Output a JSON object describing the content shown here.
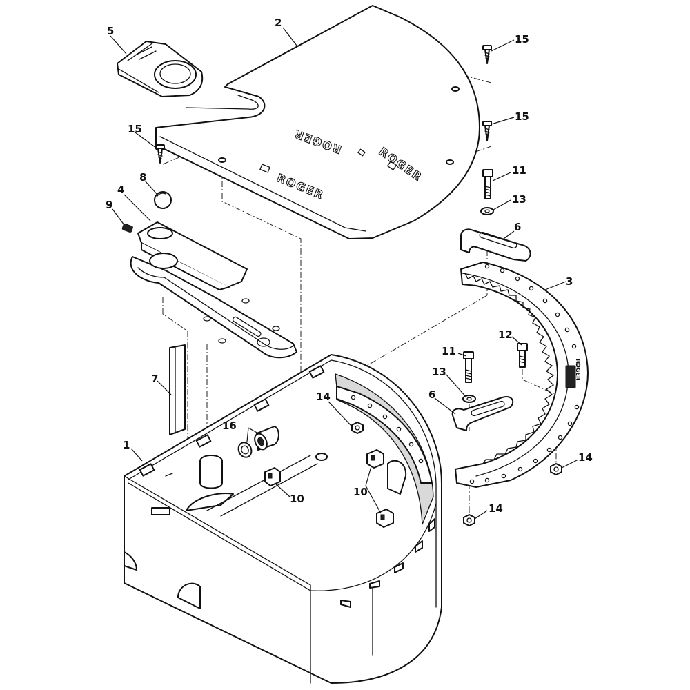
{
  "brand_text": "ROGER",
  "callouts": [
    {
      "id": "c1",
      "label": "1"
    },
    {
      "id": "c2",
      "label": "2"
    },
    {
      "id": "c3",
      "label": "3"
    },
    {
      "id": "c4",
      "label": "4"
    },
    {
      "id": "c5",
      "label": "5"
    },
    {
      "id": "c6a",
      "label": "6"
    },
    {
      "id": "c6b",
      "label": "6"
    },
    {
      "id": "c7",
      "label": "7"
    },
    {
      "id": "c8",
      "label": "8"
    },
    {
      "id": "c9",
      "label": "9"
    },
    {
      "id": "c10a",
      "label": "10"
    },
    {
      "id": "c10b",
      "label": "10"
    },
    {
      "id": "c11a",
      "label": "11"
    },
    {
      "id": "c11b",
      "label": "11"
    },
    {
      "id": "c12",
      "label": "12"
    },
    {
      "id": "c13a",
      "label": "13"
    },
    {
      "id": "c13b",
      "label": "13"
    },
    {
      "id": "c14a",
      "label": "14"
    },
    {
      "id": "c14b",
      "label": "14"
    },
    {
      "id": "c14c",
      "label": "14"
    },
    {
      "id": "c15a",
      "label": "15"
    },
    {
      "id": "c15b",
      "label": "15"
    },
    {
      "id": "c15c",
      "label": "15"
    },
    {
      "id": "c16",
      "label": "16"
    }
  ],
  "colors": {
    "line": "#111111",
    "background": "#ffffff",
    "shade": "#d9d9d9"
  }
}
